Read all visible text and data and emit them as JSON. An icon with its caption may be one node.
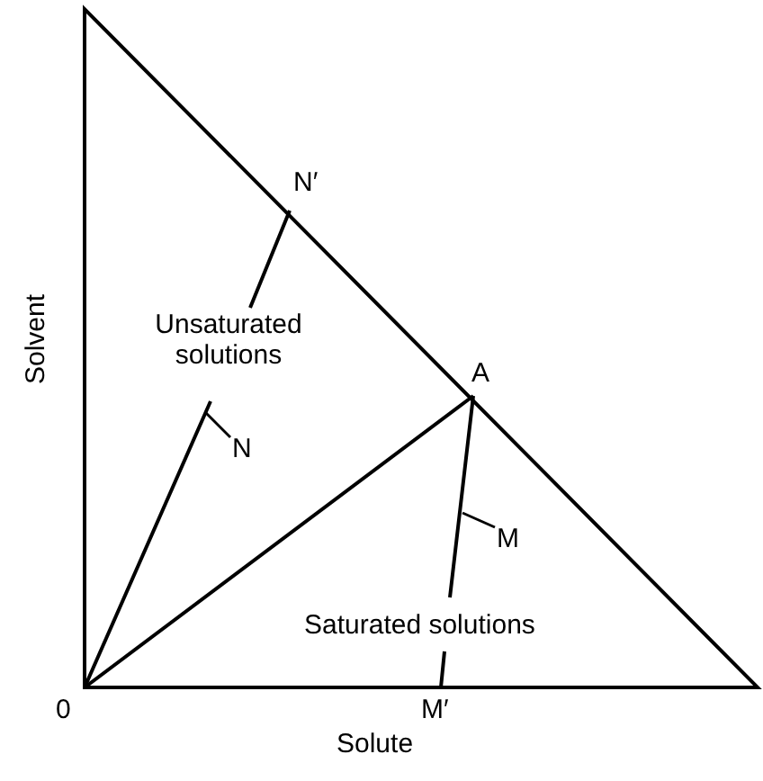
{
  "diagram": {
    "nodes": [
      {
        "text": [
          "N"
        ]
      },
      {
        "text": [
          "M"
        ]
      }
    ],
    "edges": [
      {
        "from": 0,
        "to": null,
        "arrow": "none"
      },
      {
        "from": 1,
        "to": null,
        "arrow": "none"
      }
    ],
    "labels": [
      "N′",
      "Unsaturated solutions",
      "A",
      "Saturated solutions",
      "0",
      "M′",
      "Solute",
      "Solvent"
    ]
  }
}
